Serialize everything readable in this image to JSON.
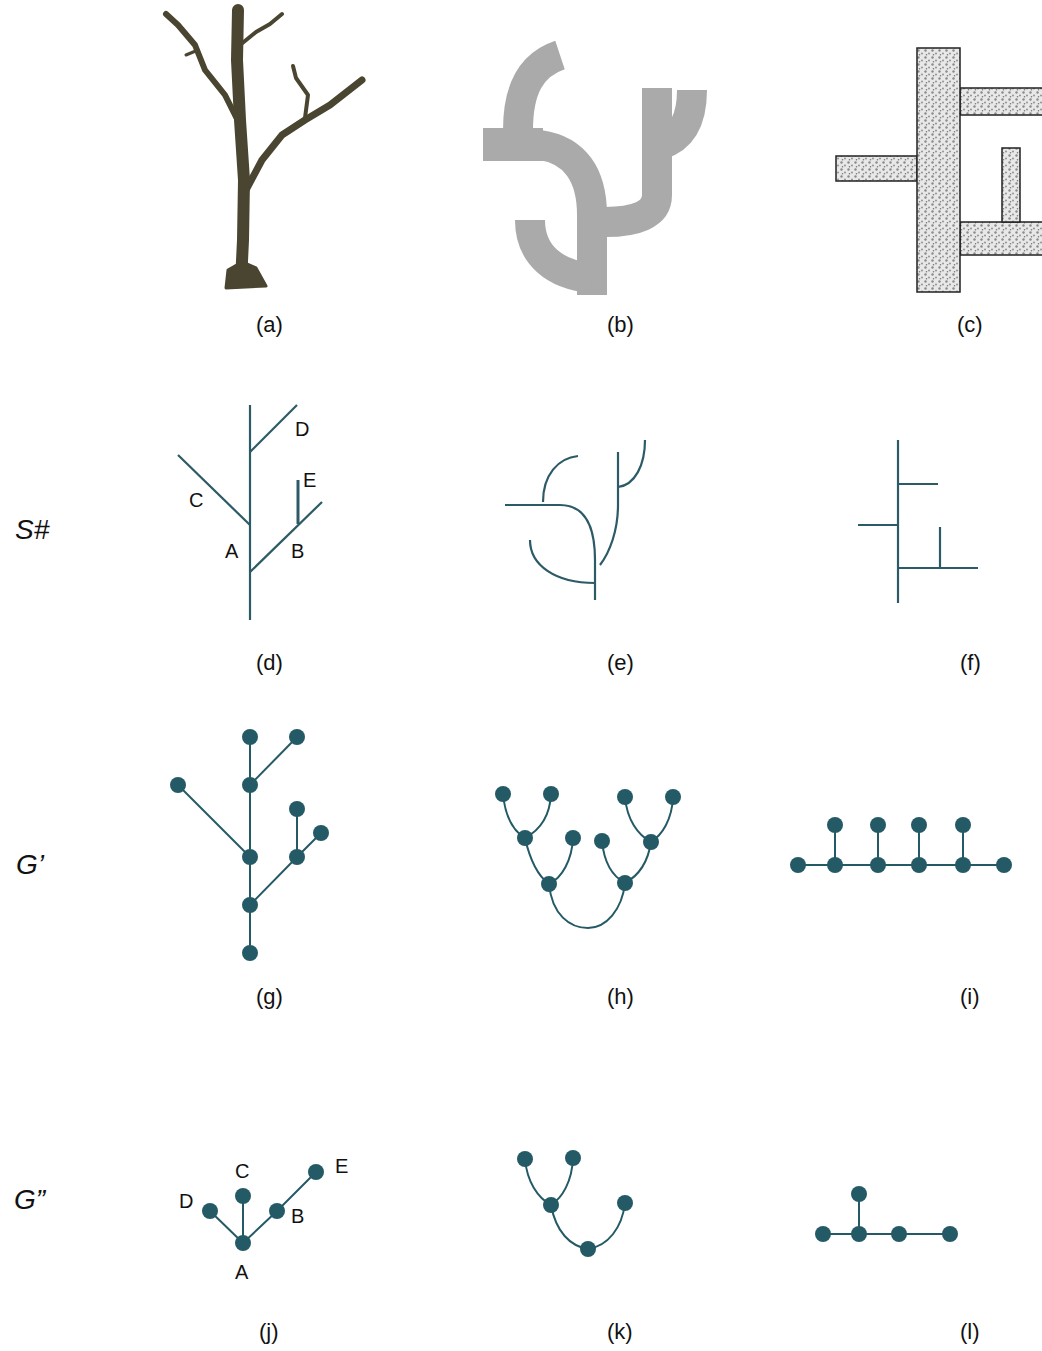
{
  "diagram": {
    "labels": [
      "(a)",
      "(b)",
      "(c)",
      "S#",
      "D",
      "E",
      "C",
      "A",
      "B",
      "(d)",
      "(e)",
      "(f)",
      "G’",
      "(g)",
      "(h)",
      "(i)",
      "G”",
      "C",
      "E",
      "D",
      "B",
      "A",
      "(j)",
      "(k)",
      "(l)"
    ]
  }
}
